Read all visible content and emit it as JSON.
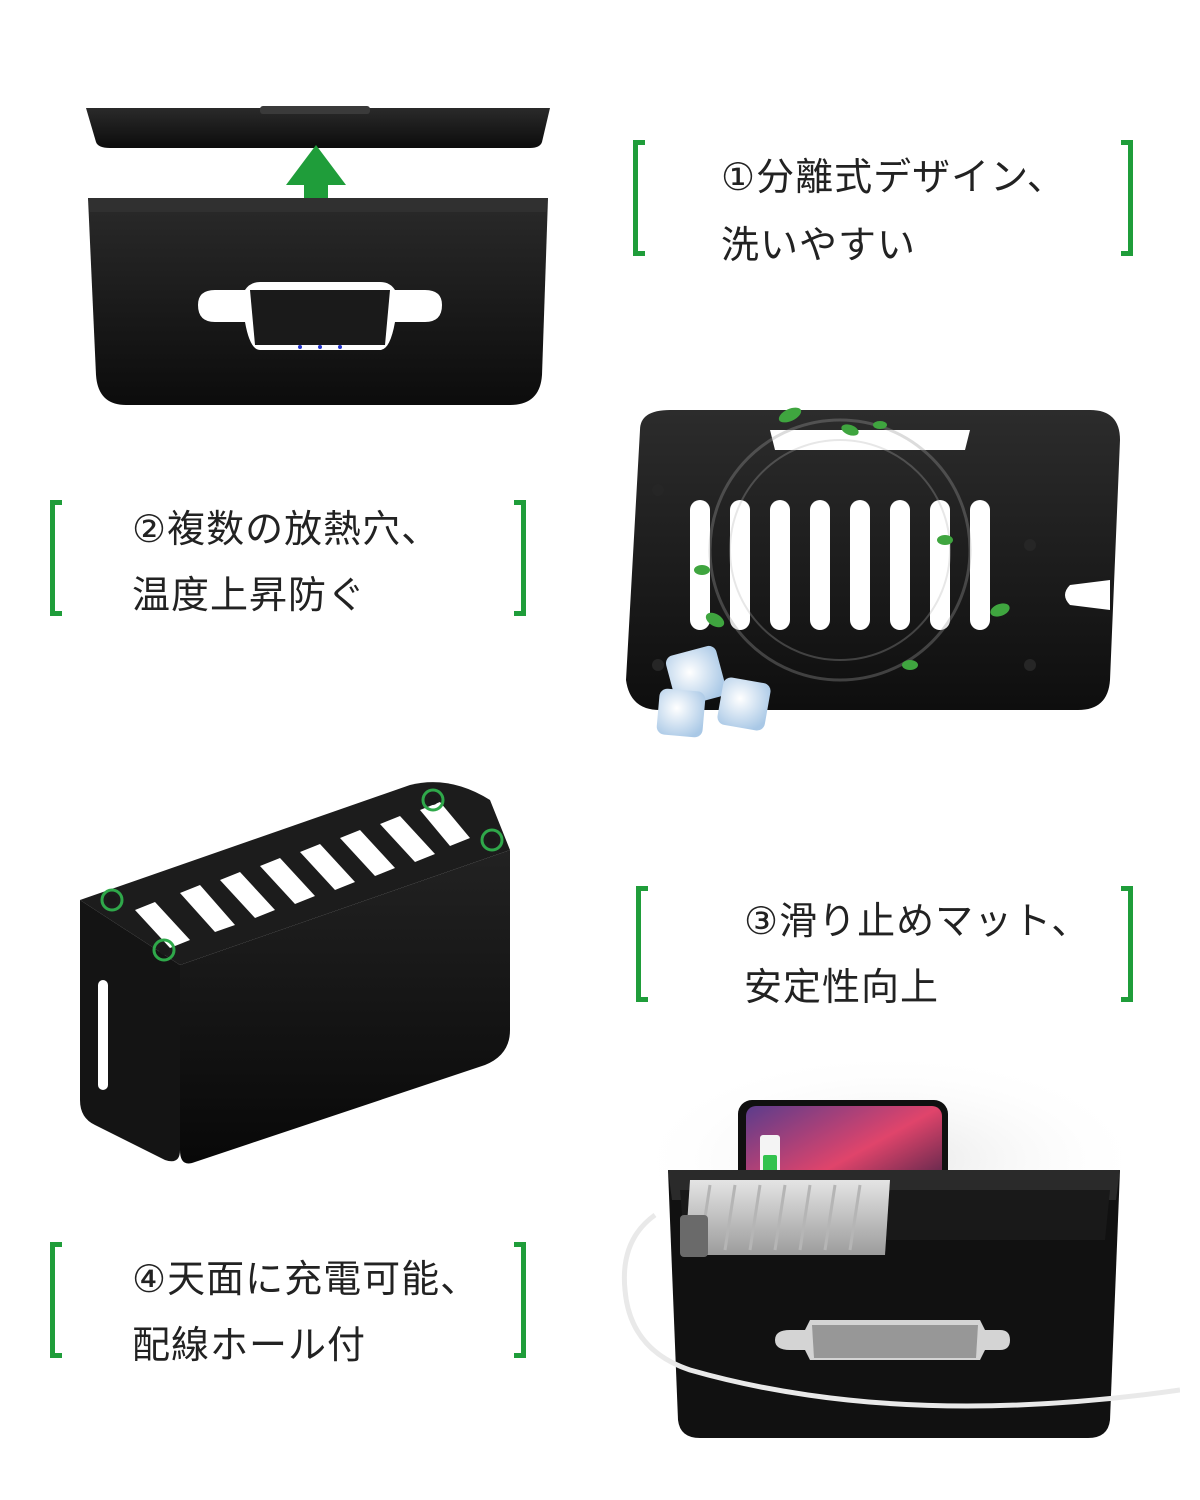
{
  "features": [
    {
      "line1": "①分離式デザイン、",
      "line2": "洗いやすい"
    },
    {
      "line1": "②複数の放熱穴、",
      "line2": "温度上昇防ぐ"
    },
    {
      "line1": "③滑り止めマット、",
      "line2": "安定性向上"
    },
    {
      "line1": "④天面に充電可能、",
      "line2": "配線ホール付"
    }
  ],
  "colors": {
    "accent_green": "#1f9d3a",
    "product_black": "#141414",
    "background": "#ffffff"
  }
}
